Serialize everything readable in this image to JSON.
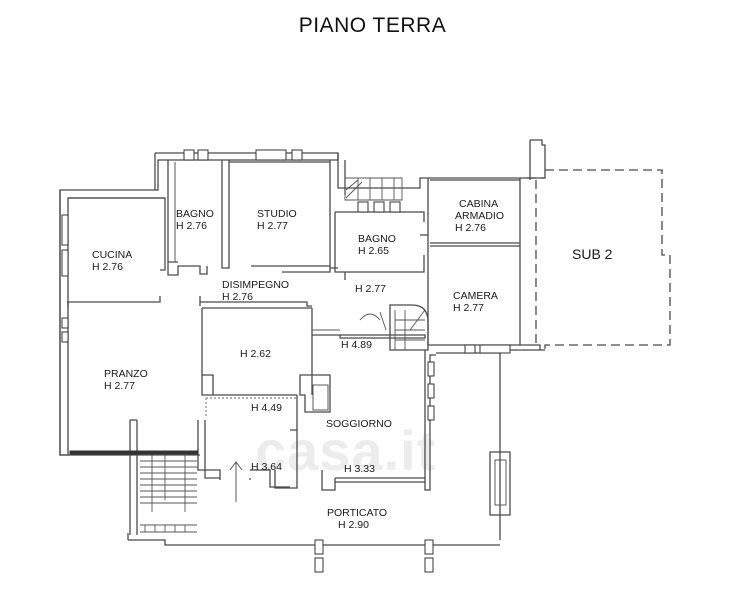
{
  "title": "PIANO TERRA",
  "watermark": "casa.it",
  "rooms": {
    "cucina": {
      "name": "CUCINA",
      "height": "H 2.76"
    },
    "bagno1": {
      "name": "BAGNO",
      "height": "H 2.76"
    },
    "studio": {
      "name": "STUDIO",
      "height": "H 2.77"
    },
    "bagno2": {
      "name": "BAGNO",
      "height": "H 2.65"
    },
    "cabina": {
      "name_line1": "CABINA",
      "name_line2": "ARMADIO",
      "height": "H 2.76"
    },
    "sub2": {
      "name": "SUB 2"
    },
    "disimpegno": {
      "name": "DISIMPEGNO",
      "height": "H 2.76"
    },
    "corridoio": {
      "height": "H 2.77"
    },
    "camera": {
      "name": "CAMERA",
      "height": "H 2.77"
    },
    "scala": {
      "height": "H 4.89"
    },
    "pranzo": {
      "name": "PRANZO",
      "height": "H 2.77"
    },
    "vano": {
      "height": "H 2.62"
    },
    "ingresso": {
      "height": "H 4.49"
    },
    "soggiorno": {
      "name": "SOGGIORNO",
      "height": "H 3.33"
    },
    "entrata": {
      "height": "H 3.64"
    },
    "porticato": {
      "name": "PORTICATO",
      "height": "H 2.90"
    }
  }
}
